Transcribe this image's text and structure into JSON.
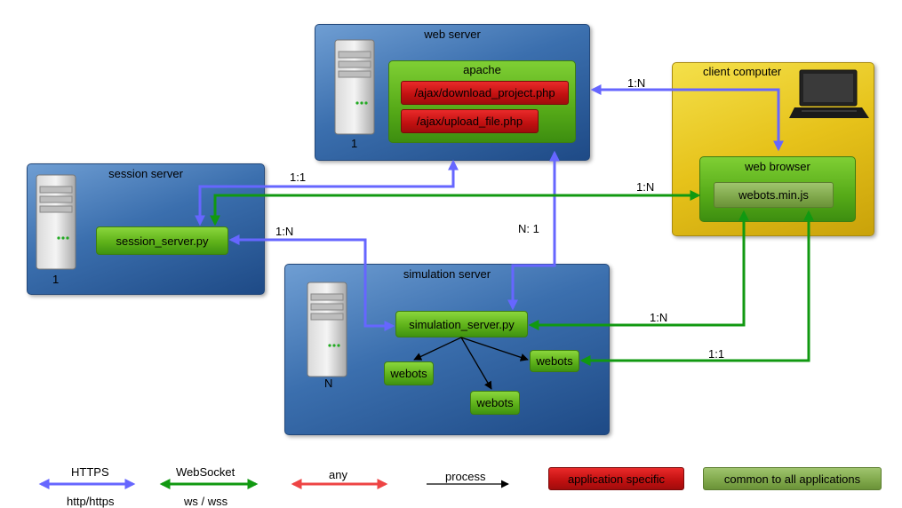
{
  "web_server": {
    "title": "web server",
    "count": "1",
    "apache": {
      "title": "apache",
      "endpoints": [
        "/ajax/download_project.php",
        "/ajax/upload_file.php"
      ]
    }
  },
  "session_server": {
    "title": "session server",
    "count": "1",
    "script": "session_server.py"
  },
  "simulation_server": {
    "title": "simulation server",
    "count": "N",
    "script": "simulation_server.py",
    "processes": [
      "webots",
      "webots",
      "webots"
    ]
  },
  "client_computer": {
    "title": "client computer",
    "browser": {
      "title": "web browser",
      "script": "webots.min.js"
    }
  },
  "connections": {
    "client_web": "1:N",
    "session_web": "1:1",
    "session_browser": "1:N",
    "session_sim": "1:N",
    "sim_web": "N: 1",
    "browser_sim": "1:N",
    "browser_webots": "1:1"
  },
  "legend": {
    "https": {
      "label": "HTTPS",
      "sub": "http/https",
      "color": "#6666ff"
    },
    "websocket": {
      "label": "WebSocket",
      "sub": "ws / wss",
      "color": "#119911"
    },
    "any": {
      "label": "any",
      "color": "#ee4444"
    },
    "process": {
      "label": "process",
      "color": "#000000"
    },
    "application_specific": "application specific",
    "common": "common to all applications"
  }
}
